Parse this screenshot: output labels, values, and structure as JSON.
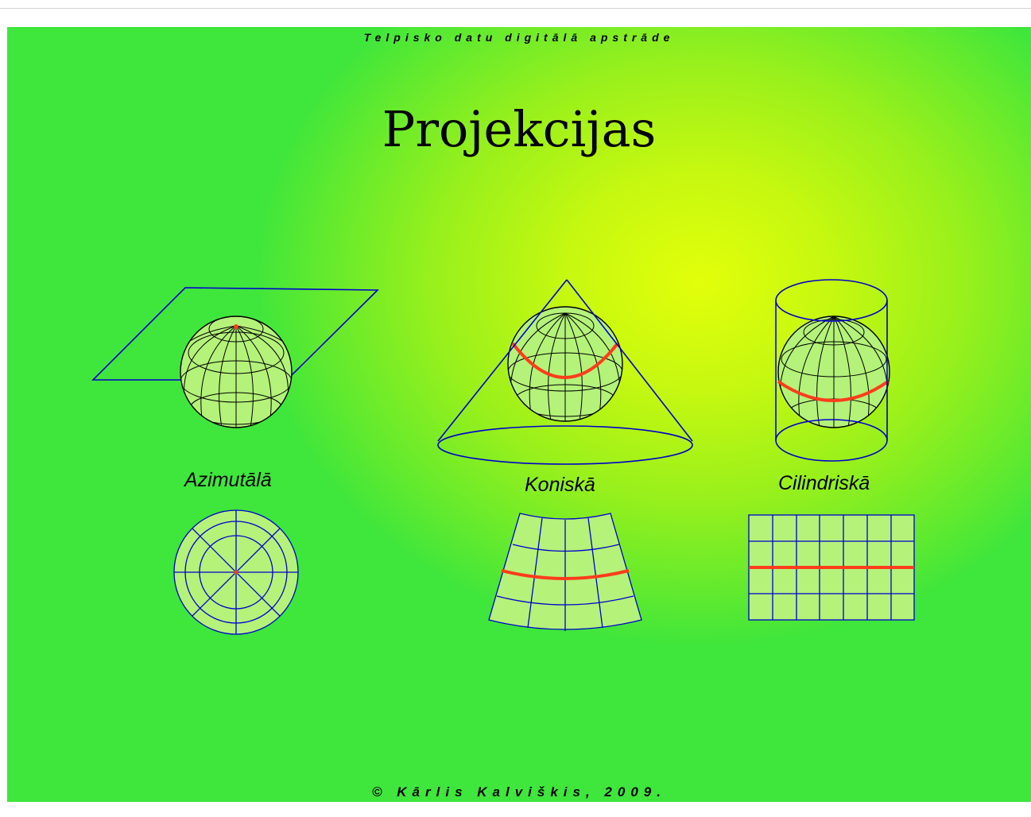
{
  "header": {
    "subtitle": "Telpisko datu digitālā apstrāde"
  },
  "title": "Projekcijas",
  "projections": [
    {
      "label": "Azimutālā"
    },
    {
      "label": "Koniskā"
    },
    {
      "label": "Cilindriskā"
    }
  ],
  "footer": {
    "credit": "© Kārlis Kalviškis, 2009."
  },
  "colors": {
    "background_center": "#e2ff0a",
    "background_edge": "#3fe63c",
    "globe_fill": "#b4f27a",
    "grid_line": "#000000",
    "projection_surface": "#0000cc",
    "standard_line": "#ff3c1a"
  }
}
